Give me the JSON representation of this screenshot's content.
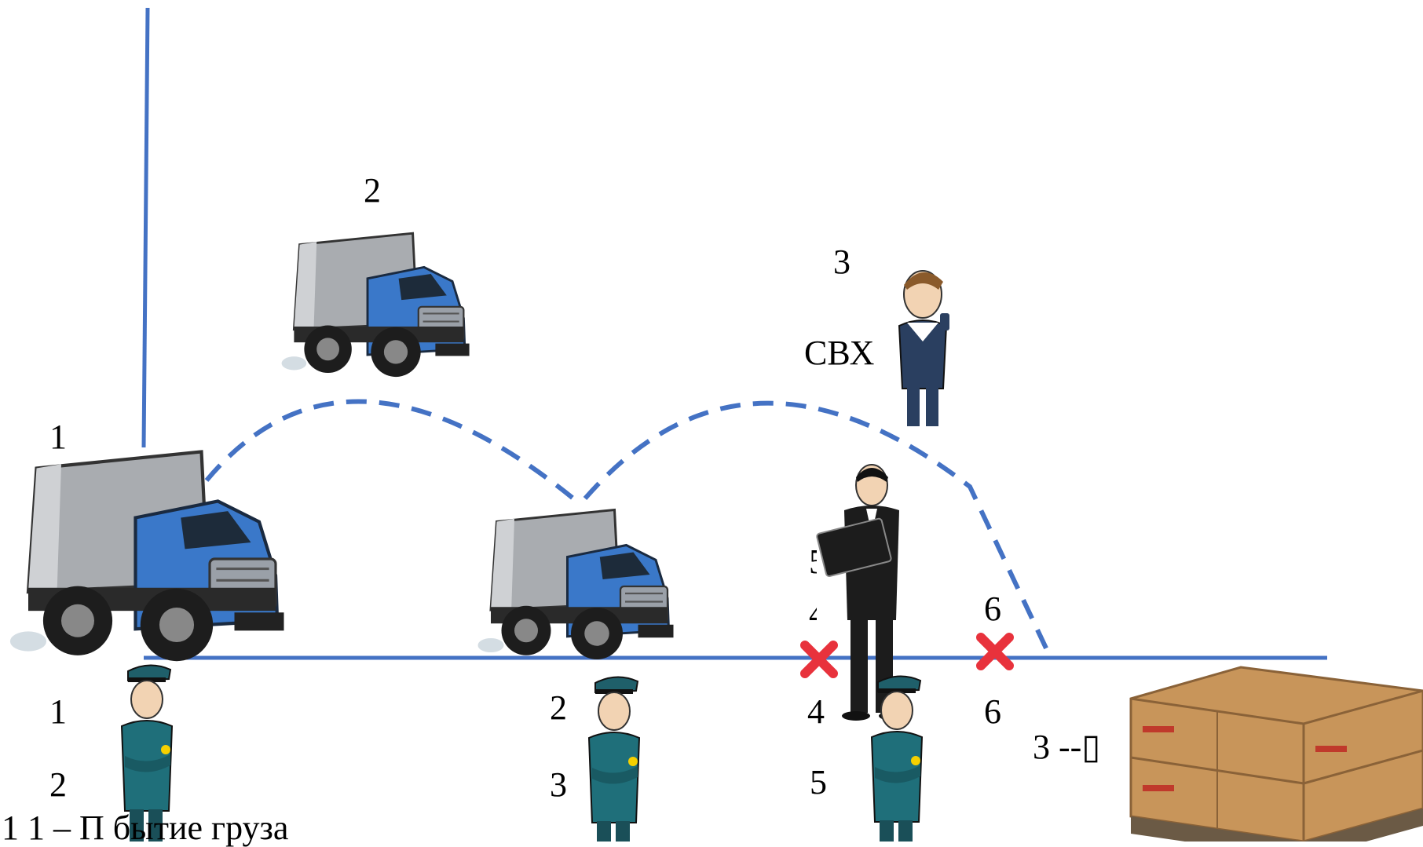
{
  "labels": {
    "truck_1": "1",
    "truck_2": "2",
    "warehouse_num": "3",
    "warehouse_abbr": "СВХ",
    "right_6": "6",
    "axis_left_1": "1",
    "axis_left_2": "2",
    "axis_mid_2": "2",
    "axis_mid_3": "3",
    "axis_x_4": "4",
    "axis_x_5": "5",
    "axis_x2_6": "6",
    "box_arrow": "3 --▯",
    "footer": "1 1 – П  бытие груза",
    "partial_5": "5",
    "partial_4": "4"
  },
  "colors": {
    "axis": "#4472c4",
    "route": "#4472c4",
    "truck_body": "#3a78c9",
    "truck_box": "#a9acb0",
    "officer_uniform": "#1f6f7a",
    "suit": "#1c1c1c",
    "box": "#c8955a",
    "cross": "#e8323c"
  },
  "icons": [
    "truck-icon",
    "customs-officer-icon",
    "businessman-icon",
    "warehouse-keeper-icon",
    "cargo-boxes-icon",
    "red-cross-icon"
  ]
}
